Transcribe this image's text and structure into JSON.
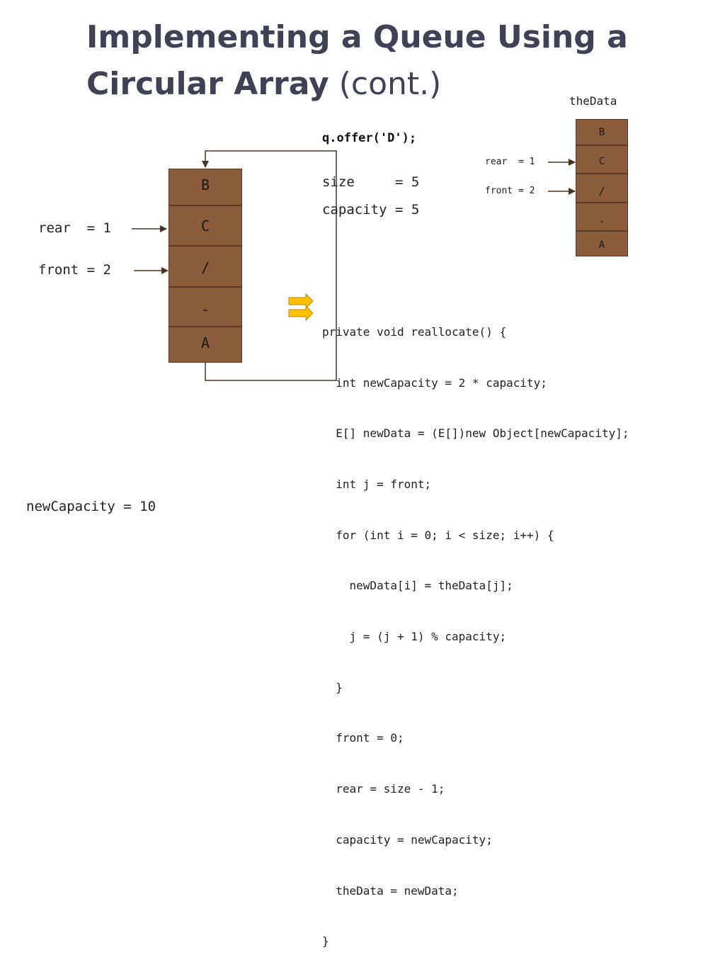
{
  "slide": {
    "title_bold": "Implementing a Queue Using a Circular Array",
    "title_suffix": "(cont.)",
    "call": "q.offer('D');",
    "size_line": "size     = 5",
    "capacity_line": "capacity = 5",
    "new_capacity": "newCapacity = 10"
  },
  "big_array": {
    "cells": [
      "B",
      "C",
      "/",
      "-",
      "A"
    ],
    "rear_label": "rear  = 1",
    "front_label": "front = 2"
  },
  "small_array": {
    "name": "theData",
    "cells": [
      "B",
      "C",
      "/",
      "-",
      "A"
    ],
    "rear_label": "rear  = 1",
    "front_label": "front = 2"
  },
  "code_lines": [
    "private void reallocate() {",
    "  int newCapacity = 2 * capacity;",
    "  E[] newData = (E[])new Object[newCapacity];",
    "  int j = front;",
    "  for (int i = 0; i < size; i++) {",
    "    newData[i] = theData[j];",
    "    j = (j + 1) % capacity;",
    "  }",
    "  front = 0;",
    "  rear = size - 1;",
    "  capacity = newCapacity;",
    "  theData = newData;",
    "}"
  ],
  "colors": {
    "cell_fill": "#8a5c3b",
    "title": "#3f4254",
    "pointer_arrow": "#ffc000"
  }
}
